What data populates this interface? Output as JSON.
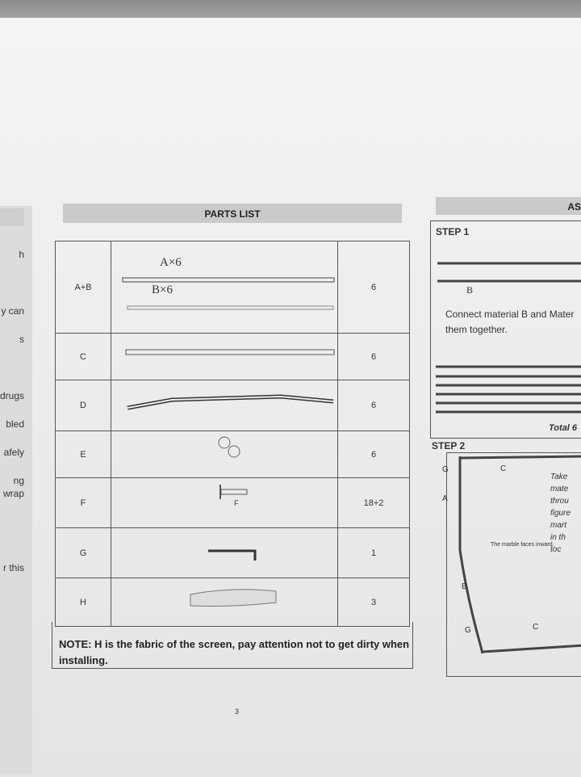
{
  "left_page": {
    "fragments": [
      "h",
      "y can",
      "s",
      "drugs",
      "bled",
      "afely",
      "ng",
      "wrap",
      "r this"
    ]
  },
  "parts_list": {
    "title": "PARTS LIST",
    "rows": [
      {
        "part": "A+B",
        "qty": "6",
        "labels": [
          "A×6",
          "B×6"
        ]
      },
      {
        "part": "C",
        "qty": "6"
      },
      {
        "part": "D",
        "qty": "6"
      },
      {
        "part": "E",
        "qty": "6"
      },
      {
        "part": "F",
        "qty": "18+2",
        "labels": [
          "F"
        ]
      },
      {
        "part": "G",
        "qty": "1"
      },
      {
        "part": "H",
        "qty": "3"
      }
    ],
    "note": "NOTE: H is the fabric of the screen, pay attention not to get dirty when installing.",
    "page_number": "3"
  },
  "right_page": {
    "title": "AS",
    "step1": {
      "title": "STEP 1",
      "text": "Connect material B and Mater them together.",
      "label_b": "B",
      "total": "Total 6"
    },
    "step2": {
      "title": "STEP 2",
      "labels": [
        "C",
        "G",
        "A",
        "B",
        "G",
        "C"
      ],
      "callout": "The marble faces inward.",
      "text": [
        "Take",
        "mate",
        "throu",
        "figure",
        "mart",
        "in th",
        "toc"
      ]
    }
  }
}
